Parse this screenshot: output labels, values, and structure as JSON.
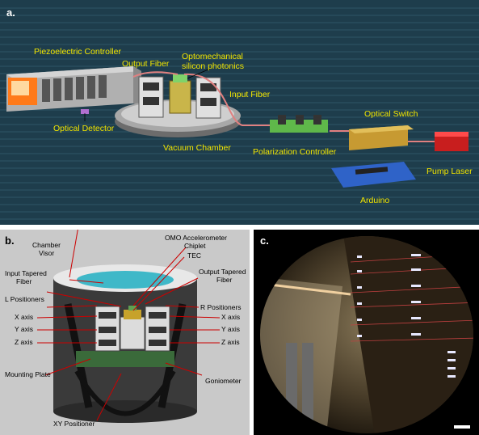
{
  "panel_a": {
    "label": "a.",
    "components": {
      "piezo_controller": "Piezoelectric Controller",
      "output_fiber": "Output Fiber",
      "optomechanical_line1": "Optomechanical",
      "optomechanical_line2": "silicon photonics",
      "input_fiber": "Input Fiber",
      "optical_detector": "Optical Detector",
      "vacuum_chamber": "Vacuum Chamber",
      "polarization_controller": "Polarization Controller",
      "optical_switch": "Optical Switch",
      "pump_laser": "Pump Laser",
      "arduino": "Arduino"
    },
    "colors": {
      "background": "#1e3d4c",
      "label_text": "#f2e600",
      "fiber": "#e08080"
    }
  },
  "panel_b": {
    "label": "b.",
    "labels": {
      "chamber_visor_1": "Chamber",
      "chamber_visor_2": "Visor",
      "input_tapered_1": "Input Tapered",
      "input_tapered_2": "Fiber",
      "omo_1": "OMO Accelerometer",
      "omo_2": "Chiplet",
      "tec": "TEC",
      "output_tapered_1": "Output Tapered",
      "output_tapered_2": "Fiber",
      "l_positioners": "L Positioners",
      "r_positioners": "R Positioners",
      "x_axis_left": "X axis",
      "y_axis_left": "Y axis",
      "z_axis_left": "Z axis",
      "x_axis_right": "X axis",
      "y_axis_right": "Y axis",
      "z_axis_right": "Z axis",
      "mounting_plate": "Mounting Plate",
      "goniometer": "Goniometer",
      "xy_positioner": "XY Positioner"
    },
    "colors": {
      "background": "#c9c9c9",
      "arrow": "#cc0000",
      "visor": "#3fb8c8"
    }
  },
  "panel_c": {
    "label": "c."
  }
}
